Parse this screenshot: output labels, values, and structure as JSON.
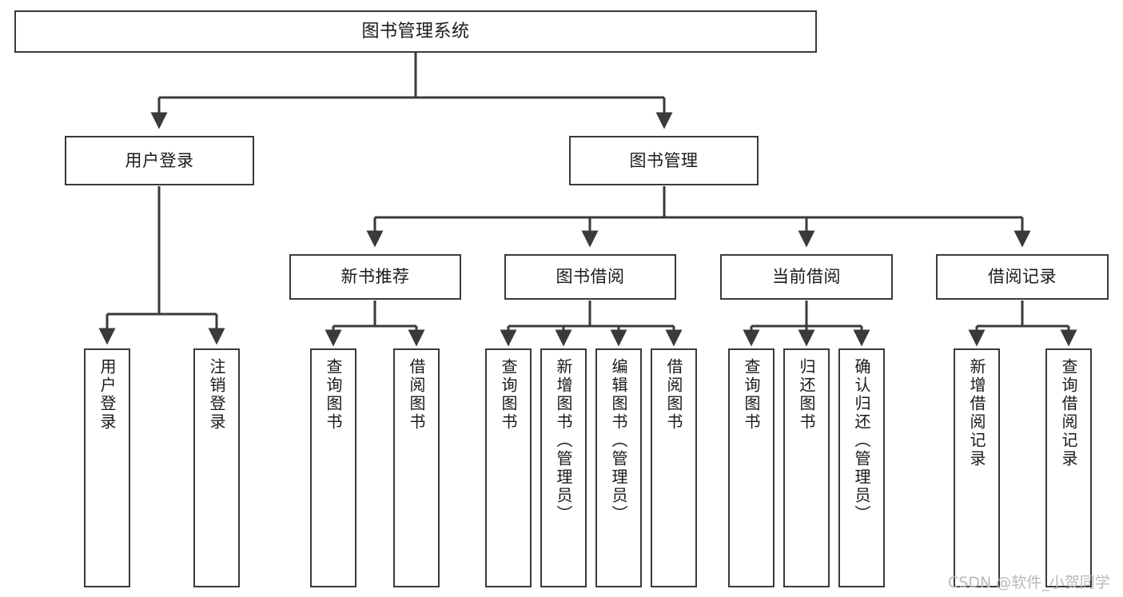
{
  "diagram": {
    "title": "图书管理系统",
    "watermark": "CSDN @软件_小贺同学",
    "line_color": "#3a3a3a",
    "box_fill": "#ffffff",
    "text_color": "#1a1a1a",
    "watermark_color": "#b9b9b9"
  },
  "nodes": {
    "root": {
      "label": "图书管理系统"
    },
    "level2": [
      {
        "label": "用户登录"
      },
      {
        "label": "图书管理"
      }
    ],
    "level3": [
      {
        "label": "新书推荐"
      },
      {
        "label": "图书借阅"
      },
      {
        "label": "当前借阅"
      },
      {
        "label": "借阅记录"
      }
    ],
    "leaves": {
      "user_login": [
        {
          "label": "用户登录"
        },
        {
          "label": "注销登录"
        }
      ],
      "new_book_recommend": [
        {
          "label": "查询图书"
        },
        {
          "label": "借阅图书"
        }
      ],
      "book_borrow": [
        {
          "label": "查询图书"
        },
        {
          "label": "新增图书（管理员）"
        },
        {
          "label": "编辑图书（管理员）"
        },
        {
          "label": "借阅图书"
        }
      ],
      "current_borrow": [
        {
          "label": "查询图书"
        },
        {
          "label": "归还图书"
        },
        {
          "label": "确认归还（管理员）"
        }
      ],
      "borrow_record": [
        {
          "label": "新增借阅记录"
        },
        {
          "label": "查询借阅记录"
        }
      ]
    }
  }
}
